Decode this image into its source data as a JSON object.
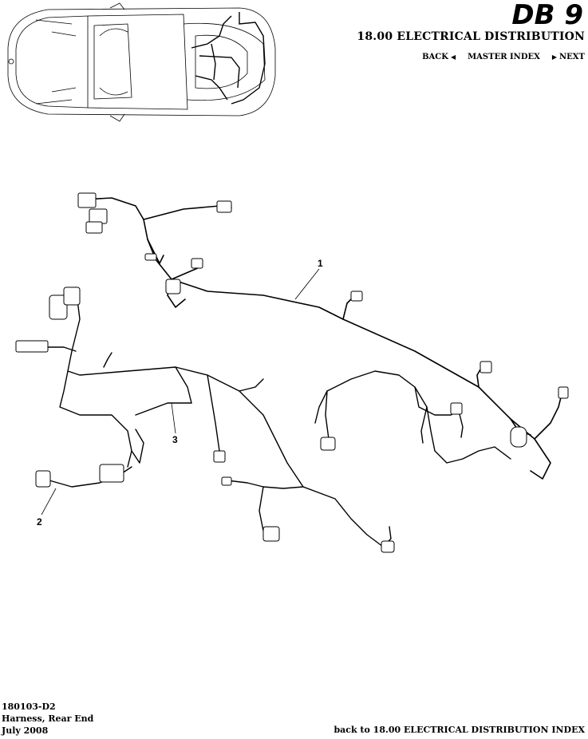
{
  "header": {
    "logo_text": "DB 9",
    "section_title": "18.00 ELECTRICAL DISTRIBUTION",
    "nav": {
      "back": "BACK",
      "master_index": "MASTER INDEX",
      "next": "NEXT"
    }
  },
  "diagram": {
    "callouts": [
      "1",
      "2",
      "3"
    ]
  },
  "footer": {
    "part_number": "180103-D2",
    "part_name": "Harness, Rear End",
    "date": "July 2008",
    "back_link": "back to 18.00 ELECTRICAL DISTRIBUTION INDEX"
  },
  "colors": {
    "ink": "#000000",
    "background": "#ffffff"
  }
}
